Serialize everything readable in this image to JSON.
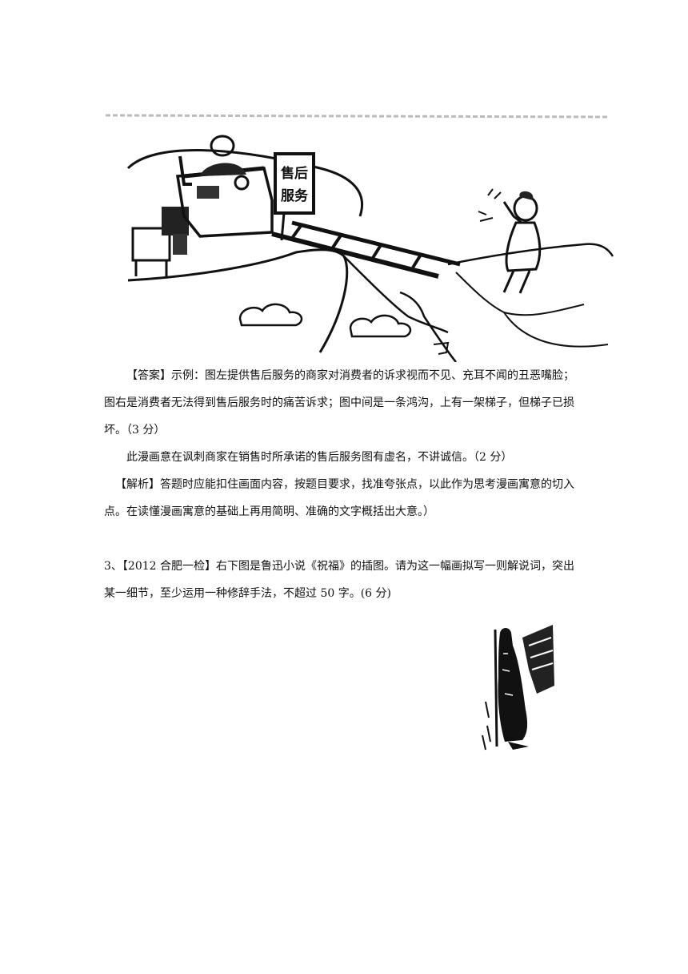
{
  "cartoon": {
    "sign_line1": "售后",
    "sign_line2": "服务",
    "ink_color": "#111111"
  },
  "answer": {
    "label": "【答案】",
    "text": "示例：图左提供售后服务的商家对消费者的诉求视而不见、充耳不闻的丑恶嘴脸；图右是消费者无法得到售后服务时的痛苦诉求；图中间是一条鸿沟，上有一架梯子，但梯子已损坏。（3 分）"
  },
  "summary": "此漫画意在讽刺商家在销售时所承诺的售后服务图有虚名，不讲诚信。（2 分）",
  "analysis": {
    "label": "【解析】",
    "text": "答题时应能扣住画面内容，按题目要求，找准夸张点，以此作为思考漫画寓意的切入点。在读懂漫画寓意的基础上再用简明、准确的文字概括出大意。）"
  },
  "question3": {
    "number": "3、",
    "source": "【2012 合肥一检】",
    "text": "右下图是鲁迅小说《祝福》的插图。请为这一幅画拟写一则解说词，突出某一细节，至少运用一种修辞手法，不超过 50 字。(6 分)"
  }
}
